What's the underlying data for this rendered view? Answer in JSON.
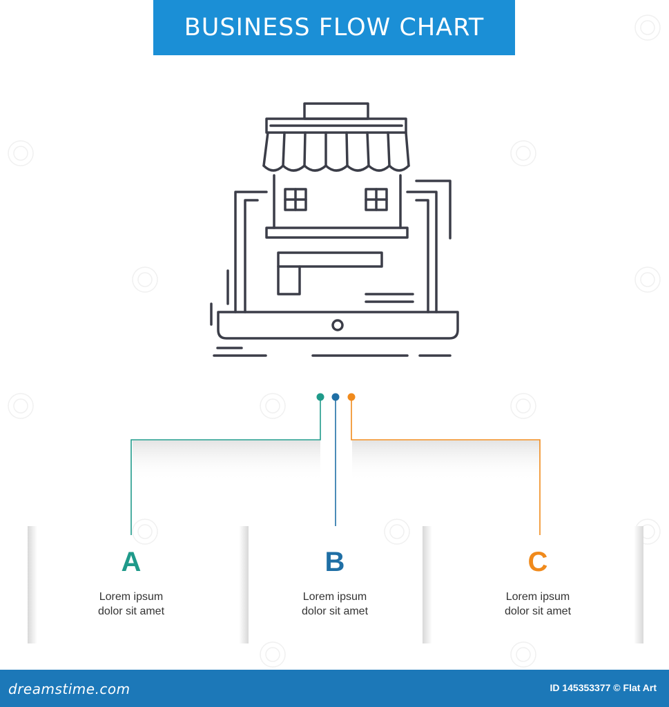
{
  "header": {
    "title": "BUSINESS FLOW CHART",
    "background": "#1b8fd6"
  },
  "illustration": {
    "icon": "online-store-laptop-icon"
  },
  "steps": [
    {
      "letter": "A",
      "text_line1": "Lorem ipsum",
      "text_line2": "dolor sit amet",
      "color": "#1f9a8a"
    },
    {
      "letter": "B",
      "text_line1": "Lorem ipsum",
      "text_line2": "dolor sit amet",
      "color": "#1f6fa5"
    },
    {
      "letter": "C",
      "text_line1": "Lorem ipsum",
      "text_line2": "dolor sit amet",
      "color": "#f08a1c"
    }
  ],
  "footer": {
    "site": "dreamstime.com",
    "id_text": "ID 145353377 © Flat Art",
    "background": "#1c78b8"
  }
}
